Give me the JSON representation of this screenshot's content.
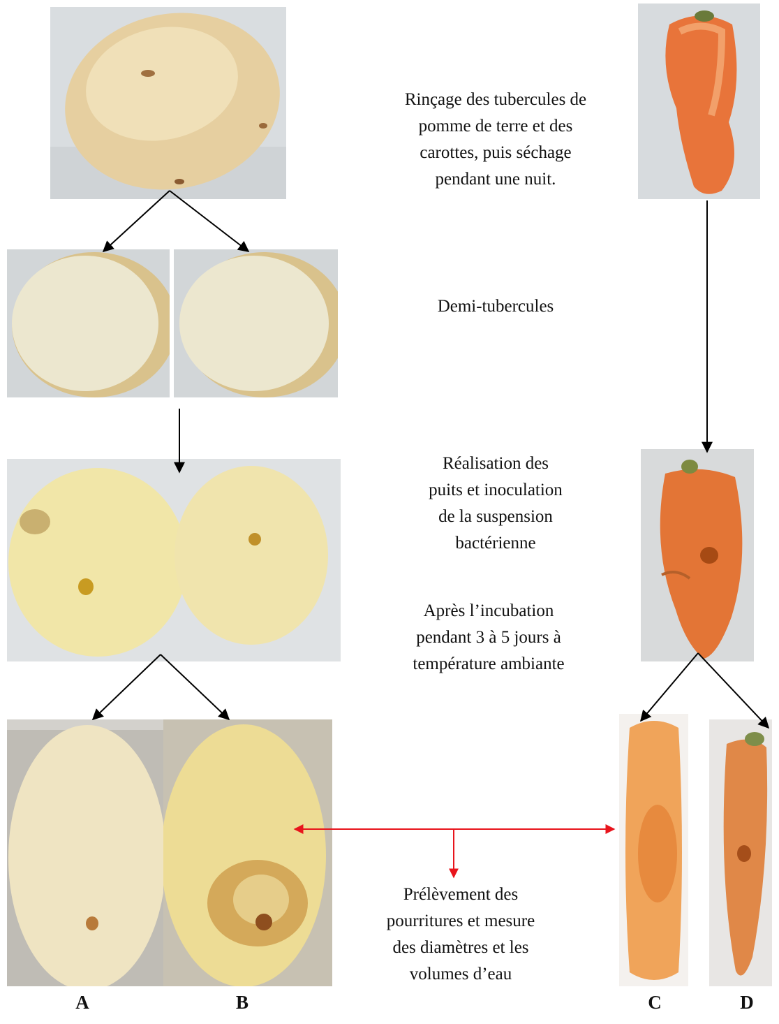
{
  "captions": {
    "rinse": "Rinçage des tubercules de\npomme de terre et des\ncarottes, puis séchage\npendant une nuit.",
    "halves": "Demi-tubercules",
    "wells": "Réalisation des\npuits et inoculation\nde la suspension\nbactérienne",
    "incubation": "Après l’incubation\npendant 3 à 5 jours à\ntempérature ambiante",
    "sampling": "Prélèvement des\npourritures et mesure\ndes diamètres et  les\nvolumes d’eau"
  },
  "labels": {
    "a": "A",
    "b": "B",
    "c": "C",
    "d": "D"
  },
  "colors": {
    "arrow": "#000000",
    "red_arrow": "#e8141c",
    "potato_skin": "#e9d6a4",
    "potato_flesh": "#f2ecd2",
    "carrot": "#e8743a",
    "towel": "#dfe3e6"
  },
  "photos": [
    {
      "name": "whole-potato-photo"
    },
    {
      "name": "whole-carrot-photo"
    },
    {
      "name": "half-tuber-left-photo"
    },
    {
      "name": "half-tuber-right-photo"
    },
    {
      "name": "inoculated-potato-halves-photo"
    },
    {
      "name": "inoculated-carrot-photo"
    },
    {
      "name": "result-a-photo"
    },
    {
      "name": "result-b-photo"
    },
    {
      "name": "result-c-photo"
    },
    {
      "name": "result-d-photo"
    }
  ]
}
